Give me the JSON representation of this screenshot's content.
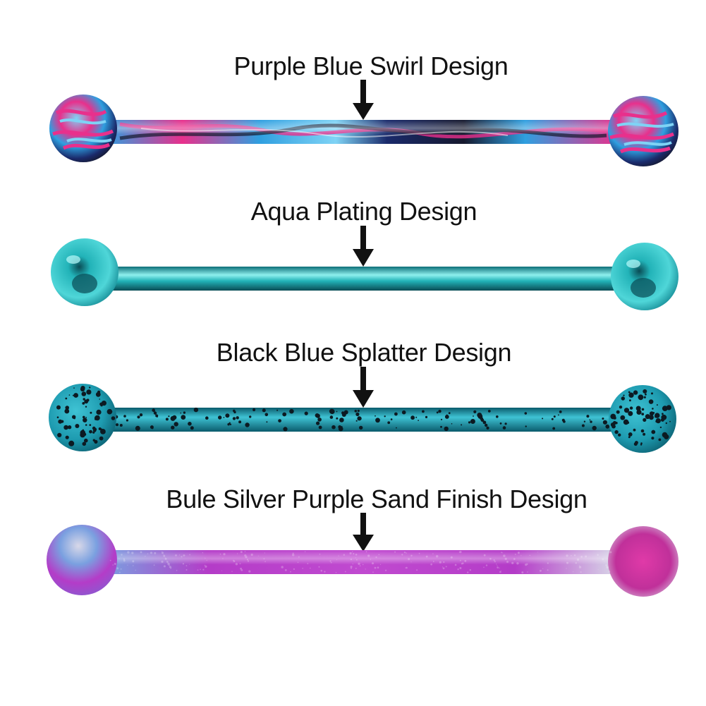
{
  "products": [
    {
      "label": "Purple Blue Swirl Design",
      "finish": "swirl",
      "colors": [
        "#2f9fe0",
        "#e8308c",
        "#1a2a6b",
        "#16192e",
        "#7fd3f5"
      ]
    },
    {
      "label": "Aqua Plating Design",
      "finish": "plating",
      "colors": [
        "#22b3b8",
        "#0d6f78",
        "#8ff0ee",
        "#0a4c55"
      ]
    },
    {
      "label": "Black Blue Splatter Design",
      "finish": "splatter",
      "colors": [
        "#1e9bb0",
        "#0c1a22",
        "#3fc3d4",
        "#0a5b6c"
      ]
    },
    {
      "label": "Bule Silver Purple Sand Finish Design",
      "finish": "sand",
      "colors": [
        "#b43cc8",
        "#7aa0e0",
        "#d8d8e8",
        "#e03aa8",
        "#8a5ad0"
      ]
    }
  ]
}
